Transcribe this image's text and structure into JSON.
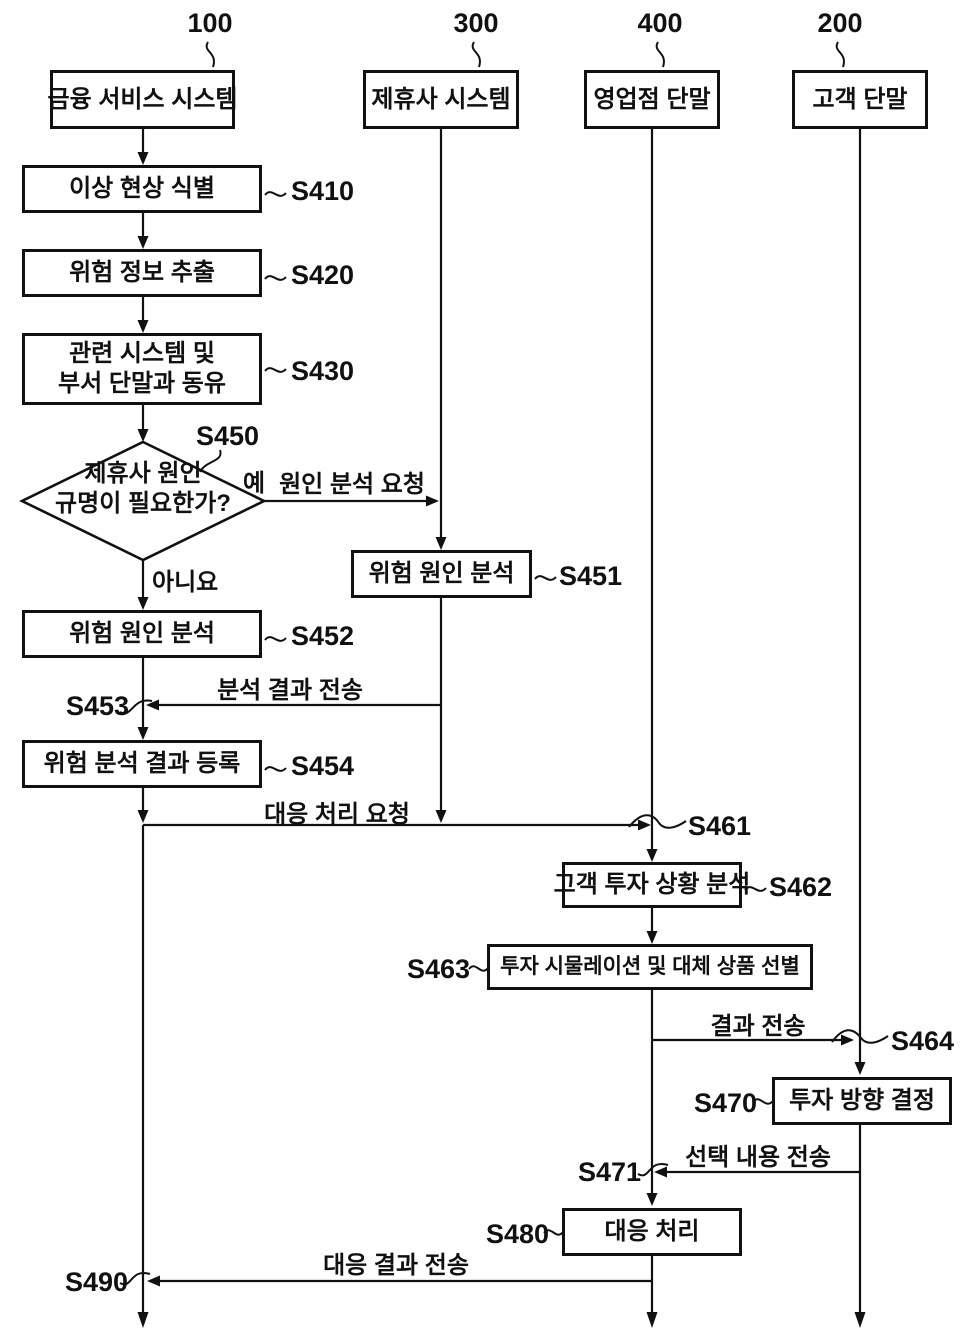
{
  "diagram": {
    "colors": {
      "line": "#111111",
      "background": "#ffffff"
    },
    "actors": [
      {
        "ref": "100",
        "name": "금융 서비스 시스템"
      },
      {
        "ref": "300",
        "name": "제휴사 시스템"
      },
      {
        "ref": "400",
        "name": "영업점 단말"
      },
      {
        "ref": "200",
        "name": "고객 단말"
      }
    ],
    "nodes": {
      "s410": {
        "id": "S410",
        "label": "이상 현상 식별"
      },
      "s420": {
        "id": "S420",
        "label": "위험 정보 추출"
      },
      "s430": {
        "id": "S430",
        "line1": "관련 시스템 및",
        "line2": "부서 단말과 동유"
      },
      "s451": {
        "id": "S451",
        "label": "위험 원인 분석"
      },
      "s452": {
        "id": "S452",
        "label": "위험 원인 분석"
      },
      "s454": {
        "id": "S454",
        "label": "위험 분석 결과 등록"
      },
      "s462": {
        "id": "S462",
        "label": "고객 투자 상황 분석"
      },
      "s463": {
        "id": "S463",
        "label": "투자 시물레이션 및 대체 상품 선별"
      },
      "s470": {
        "id": "S470",
        "label": "투자 방향 결정"
      },
      "s480": {
        "id": "S480",
        "label": "대응 처리"
      }
    },
    "decision": {
      "id": "S450",
      "line1": "제휴사 원인",
      "line2": "규명이 필요한가?",
      "yes": "예",
      "no": "아니요"
    },
    "messages": {
      "cause_request": {
        "label": "원인 분석 요청"
      },
      "s453": {
        "id": "S453",
        "label": "분석 결과 전송"
      },
      "s461": {
        "id": "S461",
        "label": "대응 처리 요청"
      },
      "s464": {
        "id": "S464",
        "label": "결과 전송"
      },
      "s471": {
        "id": "S471",
        "label": "선택 내용 전송"
      },
      "s490": {
        "id": "S490",
        "label": "대응 결과 전송"
      }
    }
  }
}
